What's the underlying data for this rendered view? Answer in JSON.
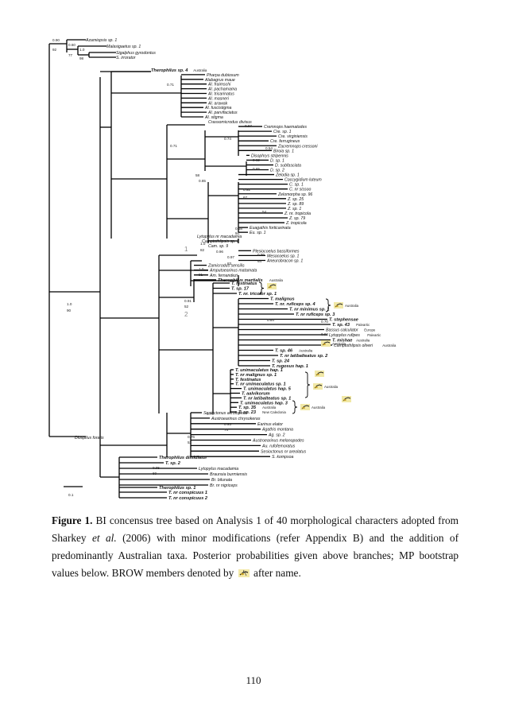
{
  "figure": {
    "taxa": [
      {
        "name": "Azamiopsis sp. 1",
        "bold": false
      },
      {
        "name": "Malasigaetus sp. 1",
        "bold": false
      },
      {
        "name": "Sigalphus gyrodontus",
        "bold": false
      },
      {
        "name": "S. irrorator",
        "bold": false
      },
      {
        "name": "Therophilus sp. 4",
        "bold": true,
        "note": "Australia"
      },
      {
        "name": "Pharpa dubiosum",
        "bold": false
      },
      {
        "name": "Alabagrus maue",
        "bold": false
      },
      {
        "name": "Al. fraimschi",
        "bold": false
      },
      {
        "name": "Al. pachamama",
        "bold": false
      },
      {
        "name": "Al. tricarinatus",
        "bold": false
      },
      {
        "name": "Al. masneri",
        "bold": false
      },
      {
        "name": "Al. arawak",
        "bold": false
      },
      {
        "name": "Al. fuscistigma",
        "bold": false
      },
      {
        "name": "Al. parvifaciatus",
        "bold": false
      },
      {
        "name": "Al. stigma",
        "bold": false
      },
      {
        "name": "Crassomicrodus divisus",
        "bold": false
      },
      {
        "name": "Cremnops haematodes",
        "bold": false
      },
      {
        "name": "Cre. sp. 1",
        "bold": false
      },
      {
        "name": "Cre. virginiensis",
        "bold": false
      },
      {
        "name": "Cre. ferrugineus",
        "bold": false
      },
      {
        "name": "Zacremnops cressoni",
        "bold": false
      },
      {
        "name": "Biroia sp. 1",
        "bold": false
      },
      {
        "name": "Disophrys stripennis",
        "bold": false
      },
      {
        "name": "D. sp. 1",
        "bold": false
      },
      {
        "name": "D. subfasciata",
        "bold": false
      },
      {
        "name": "D. sp. 2",
        "bold": false
      },
      {
        "name": "Zelodia sp. 1",
        "bold": false
      },
      {
        "name": "Coccygidium luteum",
        "bold": false
      },
      {
        "name": "C. sp. 1",
        "bold": false
      },
      {
        "name": "C. nr sissoo",
        "bold": false
      },
      {
        "name": "Zelomorpha sp. 96",
        "bold": false
      },
      {
        "name": "Z. sp. 25",
        "bold": false
      },
      {
        "name": "Z. sp. 89",
        "bold": false
      },
      {
        "name": "Z. sp. 1",
        "bold": false
      },
      {
        "name": "Z. nr. tropicola",
        "bold": false
      },
      {
        "name": "Z. sp. 79",
        "bold": false
      },
      {
        "name": "Z. tropicola",
        "bold": false
      },
      {
        "name": "Euagathis forticarinata",
        "bold": false
      },
      {
        "name": "Eu. sp. 1",
        "bold": false
      },
      {
        "name": "Lytopylus nr macadamia",
        "bold": false
      },
      {
        "name": "Camptothlipsis sp. 3",
        "bold": false
      },
      {
        "name": "Cam. sp. 9",
        "bold": false
      },
      {
        "name": "Plesiocoelus bassiformes",
        "bold": false
      },
      {
        "name": "Mesocoelus sp. 1",
        "bold": false
      },
      {
        "name": "Aneurobracon sp. 1",
        "bold": false
      },
      {
        "name": "Zamicrodus sensilis",
        "bold": false
      },
      {
        "name": "Amputoearinus matamata",
        "bold": false
      },
      {
        "name": "Am. fernandezi",
        "bold": false
      },
      {
        "name": "Therophilus martialis",
        "bold": true,
        "note": "Australia"
      },
      {
        "name": "T. festinatus",
        "bold": true
      },
      {
        "name": "T. sp. 17",
        "bold": true
      },
      {
        "name": "T. nr. tricolor sp. 1",
        "bold": true
      },
      {
        "name": "T. malignus",
        "bold": true
      },
      {
        "name": "T. nr. ruficeps sp. 4",
        "bold": true
      },
      {
        "name": "T. nr minimus sp. 1",
        "bold": true
      },
      {
        "name": "T. nr ruficeps sp. 3",
        "bold": true
      },
      {
        "name": "T. stephensae",
        "bold": true
      },
      {
        "name": "T. sp. 43",
        "bold": true,
        "note": "Paleartic"
      },
      {
        "name": "Bassus calculator",
        "bold": false,
        "note": "Europe"
      },
      {
        "name": "Lytopylus rufipes",
        "bold": false,
        "note": "Paleartic"
      },
      {
        "name": "T. mishae",
        "bold": true,
        "note": "Australia"
      },
      {
        "name": "Camptothlipsis oliveri",
        "bold": false,
        "note": "Australia"
      },
      {
        "name": "T. sp. 46",
        "bold": true,
        "note": "Australia"
      },
      {
        "name": "T. nr latibalteatus sp. 2",
        "bold": true
      },
      {
        "name": "T. sp. 24",
        "bold": true
      },
      {
        "name": "T. rugosus hap. 1",
        "bold": true
      },
      {
        "name": "T. unimaculatus hap. 1",
        "bold": true
      },
      {
        "name": "T. nr malignus sp. 1",
        "bold": true
      },
      {
        "name": "T. festinatus",
        "bold": true
      },
      {
        "name": "T. nr unimaculatus sp. 1",
        "bold": true
      },
      {
        "name": "T. unimaculatus hap. 5",
        "bold": true
      },
      {
        "name": "T. aalvikorum",
        "bold": true
      },
      {
        "name": "T. nr latibalteatus sp. 1",
        "bold": true
      },
      {
        "name": "T. unimaculatus hap. 3",
        "bold": true
      },
      {
        "name": "T. sp. 35",
        "bold": true,
        "note": "Australia"
      },
      {
        "name": "T. sp. 23",
        "bold": true,
        "note": "New Caledonia"
      },
      {
        "name": "Sesioctonus akrolophus",
        "bold": false
      },
      {
        "name": "Austroearinus chrysokeras",
        "bold": false
      },
      {
        "name": "Earinus elator",
        "bold": false
      },
      {
        "name": "Agathis montana",
        "bold": false
      },
      {
        "name": "Ag. sp. 2",
        "bold": false
      },
      {
        "name": "Austroearinus melanopodes",
        "bold": false
      },
      {
        "name": "Au. rufofemoratus",
        "bold": false
      },
      {
        "name": "Sesioctonus nr areolatus",
        "bold": false
      },
      {
        "name": "S. kompsoa",
        "bold": false
      },
      {
        "name": "Therophilus dimidiator",
        "bold": true
      },
      {
        "name": "T. sp. 2",
        "bold": true
      },
      {
        "name": "Lytopylus macadamia",
        "bold": false
      },
      {
        "name": "Braunsia burmiensis",
        "bold": false
      },
      {
        "name": "Br. bilunata",
        "bold": false
      },
      {
        "name": "Br. nr nigriceps",
        "bold": false
      },
      {
        "name": "Therophilus sp. 1",
        "bold": true
      },
      {
        "name": "T. nr conspicuus 1",
        "bold": true
      },
      {
        "name": "T. nr conspicuus 2",
        "bold": true
      }
    ],
    "outgroup": "Diospilus foratis",
    "supports": [
      {
        "text": "0.90"
      },
      {
        "text": "92"
      },
      {
        "text": "0.60"
      },
      {
        "text": "77"
      },
      {
        "text": "1.0"
      },
      {
        "text": "98"
      },
      {
        "text": "0.71"
      },
      {
        "text": "0.71"
      },
      {
        "text": "0.97"
      },
      {
        "text": "0.74"
      },
      {
        "text": "0.54"
      },
      {
        "text": "0.62"
      },
      {
        "text": "0.65"
      },
      {
        "text": "58"
      },
      {
        "text": "0.85"
      },
      {
        "text": "0.92"
      },
      {
        "text": "67"
      },
      {
        "text": "54"
      },
      {
        "text": "0.58"
      },
      {
        "text": "50"
      },
      {
        "text": "1.0"
      },
      {
        "text": "82"
      },
      {
        "text": "0.96"
      },
      {
        "text": "0.97"
      },
      {
        "text": "83"
      },
      {
        "text": "0.99"
      },
      {
        "text": "64"
      },
      {
        "text": "1.0"
      },
      {
        "text": "91"
      },
      {
        "text": "0.91"
      },
      {
        "text": "52"
      },
      {
        "text": "0.84"
      },
      {
        "text": "0.70"
      },
      {
        "text": "0.92"
      },
      {
        "text": "1.0"
      },
      {
        "text": "90"
      },
      {
        "text": "0.75"
      },
      {
        "text": "0.95"
      },
      {
        "text": "74"
      },
      {
        "text": "0.76"
      },
      {
        "text": "53"
      },
      {
        "text": "0.95"
      },
      {
        "text": "60"
      }
    ],
    "clade_labels": [
      "1",
      "2"
    ],
    "scale_label": "0.1",
    "region_labels": [
      "Australia",
      "Australia",
      "Australia",
      "Australia"
    ]
  },
  "caption": {
    "label": "Figure 1.",
    "text_a": " BI concensus tree based on Analysis 1 of 40 morphological characters adopted from Sharkey ",
    "etal": "et al.",
    "text_b": " (2006) with minor modifications (refer Appendix B) and the addition of predominantly Australian taxa. Posterior probabilities given above branches; MP bootstrap values below. BROW members denoted by ",
    "text_c": " after name."
  },
  "page": {
    "number": "110"
  }
}
